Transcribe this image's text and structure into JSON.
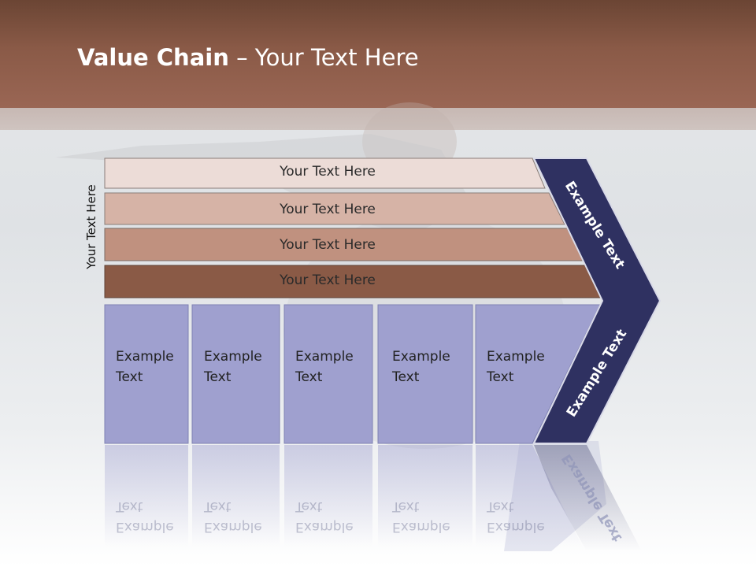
{
  "title": {
    "bold": "Value Chain",
    "rest": " – Your Text Here"
  },
  "side_label": "Your Text Here",
  "stripes": [
    {
      "label": "Your Text Here",
      "color": "#ecdcd7"
    },
    {
      "label": "Your Text Here",
      "color": "#d6b3a6"
    },
    {
      "label": "Your Text Here",
      "color": "#c0917f"
    },
    {
      "label": "Your Text Here",
      "color": "#8a5a46"
    }
  ],
  "boxes": [
    {
      "line1": "Example",
      "line2": "Text"
    },
    {
      "line1": "Example",
      "line2": "Text"
    },
    {
      "line1": "Example",
      "line2": "Text"
    },
    {
      "line1": "Example",
      "line2": "Text"
    },
    {
      "line1": "Example",
      "line2": "Text"
    }
  ],
  "chevron": {
    "top_label": "Example Text",
    "bottom_label": "Example Text",
    "color": "#2f3161"
  },
  "colors": {
    "box_fill": "#9fa0cf",
    "header": "#8a5a47"
  }
}
